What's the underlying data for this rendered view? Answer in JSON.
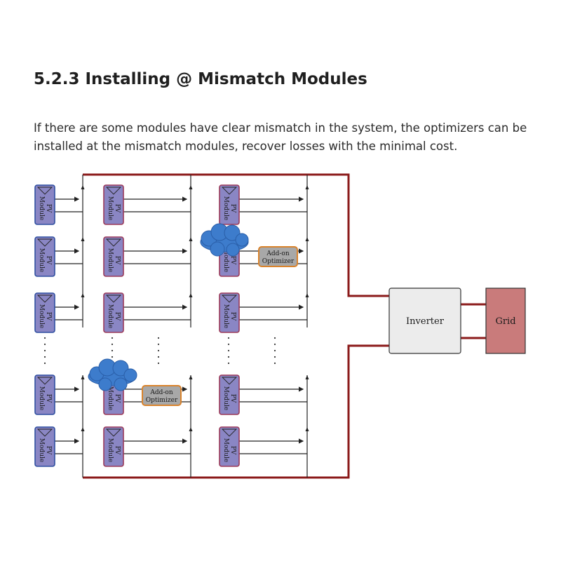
{
  "heading": "5.2.3 Installing @ Mismatch Modules",
  "paragraph": "If there are some modules have clear mismatch in the system, the optimizers can be installed at the mismatch modules, recover losses with the minimal cost.",
  "diagram": {
    "module_label_line1": "PV",
    "module_label_line2": "Module",
    "optimizer_label_line1": "Add-on",
    "optimizer_label_line2": "Optimizer",
    "inverter_label": "Inverter",
    "grid_label": "Grid",
    "colors": {
      "module_fill": "#8a86c4",
      "module_border_col1": "#2f4fa0",
      "module_border_col23": "#9b3a5a",
      "bus_wire": "#8b1a1a",
      "optimizer_fill": "#a8a8a8",
      "optimizer_border": "#d9832c",
      "inverter_fill": "#ececec",
      "grid_fill": "#c97b7b",
      "cloud_fill": "#3d7ccc"
    }
  }
}
